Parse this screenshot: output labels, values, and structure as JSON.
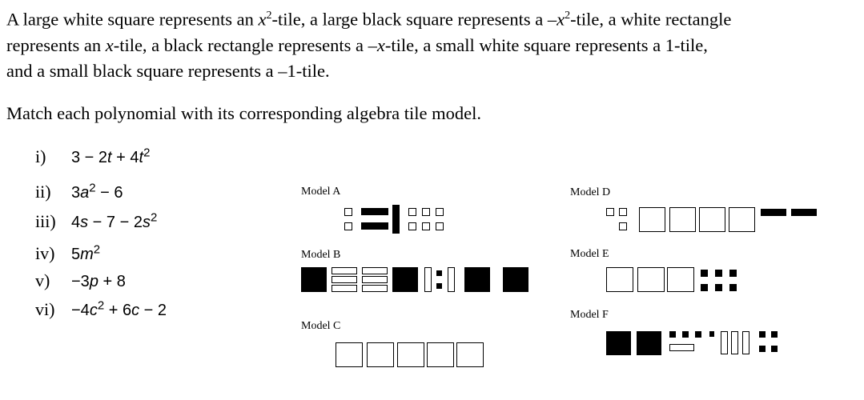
{
  "intro": {
    "line1_a": "A large white square represents an ",
    "x": "x",
    "sq": "2",
    "line1_b": "-tile, a large black square represents a –",
    "line1_c": "-tile, a white rectangle",
    "line2_a": "represents an ",
    "line2_b": "-tile, a black rectangle represents a –",
    "line2_c": "-tile, a small white square represents a 1-tile,",
    "line3": "and a small black square represents a –1-tile."
  },
  "instruction": "Match each polynomial with its corresponding algebra tile model.",
  "polynomials": [
    {
      "num": "i)",
      "a": "3 − 2",
      "v1": "t",
      "b": " + 4",
      "v2": "t",
      "e": "2",
      "c": ""
    },
    {
      "num": "ii)",
      "a": "3",
      "v1": "a",
      "e": "2",
      "c": " − 6"
    },
    {
      "num": "iii)",
      "a": "4",
      "v1": "s",
      "b": " − 7 − 2",
      "v2": "s",
      "e": "2"
    },
    {
      "num": "iv)",
      "a": "5",
      "v1": "m",
      "e": "2"
    },
    {
      "num": "v)",
      "a": "−3",
      "v1": "p",
      "b": " + 8"
    },
    {
      "num": "vi)",
      "a": "−4",
      "v1": "c",
      "e": "2",
      "b": " + 6",
      "v2": "c",
      "c": " − 2"
    }
  ],
  "models": {
    "a": "Model A",
    "b": "Model B",
    "c": "Model C",
    "d": "Model D",
    "e": "Model E",
    "f": "Model F"
  }
}
